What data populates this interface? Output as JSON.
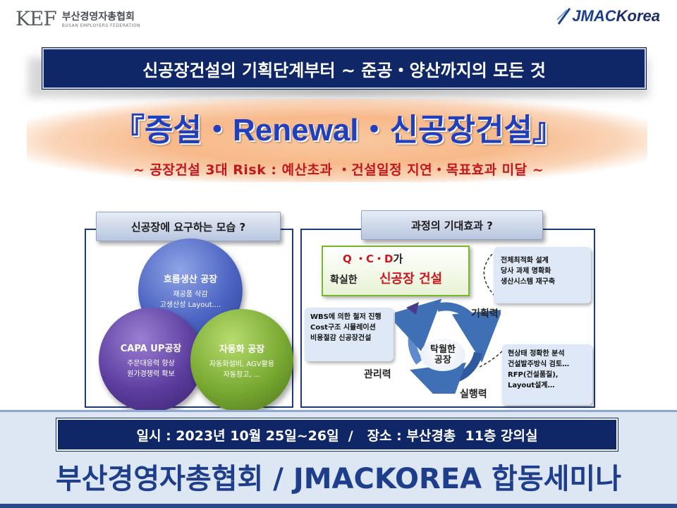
{
  "header": {
    "kef_logo_mark": "KEF",
    "kef_name_ko": "부산경영자총협회",
    "kef_name_en": "BUSAN EMPLOYERS FEDERATION",
    "jmac_logo_j": "JMAC",
    "jmac_logo_k": "Korea"
  },
  "banner": {
    "text": "신공장건설의 기획단계부터 ~ 준공・양산까지의 모든 것"
  },
  "headline": {
    "title": "『증설・Renewal・신공장건설』",
    "subtitle": "~ 공장건설 3대 Risk : 예산초과 ・건설일정 지연・목표효과 미달 ~"
  },
  "left_panel": {
    "tab_label": "신공장에 요구하는 모습 ?",
    "circles": [
      {
        "title": "흐름생산 공장",
        "lines": [
          "재공품 삭감",
          "고생산성 Layout...."
        ]
      },
      {
        "title": "CAPA UP공장",
        "lines": [
          "주문대응력 향상",
          "원가경쟁력 확보"
        ]
      },
      {
        "title": "자동화 공장",
        "lines": [
          "자동화설비, AGV활용",
          "자동창고, ..."
        ]
      }
    ]
  },
  "right_panel": {
    "tab_label": "과정의 기대효과 ?",
    "qcd": {
      "top": "Q ・C・D",
      "top_suffix": "가",
      "left": "확실한",
      "right": "신공장 건설"
    },
    "note_top_right": [
      "전체최적화 설계",
      "당사 과제 명확화",
      "생산시스템 재구축"
    ],
    "note_left": [
      "WBS에 의한 철저 진행",
      "Cost구조 시뮬레이션",
      "비용절감 신공장건설"
    ],
    "note_bottom_right": [
      "현상태 정확한 분석",
      "건설발주방식 검토…",
      "RFP(건설품질),",
      "Layout설계…"
    ],
    "cycle_labels": {
      "plan": "기획력",
      "manage": "관리력",
      "execute": "실행력"
    },
    "core": [
      "탁월한",
      "공장"
    ],
    "colors": {
      "cycle": "#3f6fb5",
      "accent_red": "#d0141c",
      "accent_green": "#76b82a"
    }
  },
  "footer": {
    "info": "일시 : 2023년 10월 25일~26일  /   장소 : 부산경총  11층 강의실",
    "title": "부산경영자총협회 / JMACKOREA 합동세미나"
  }
}
